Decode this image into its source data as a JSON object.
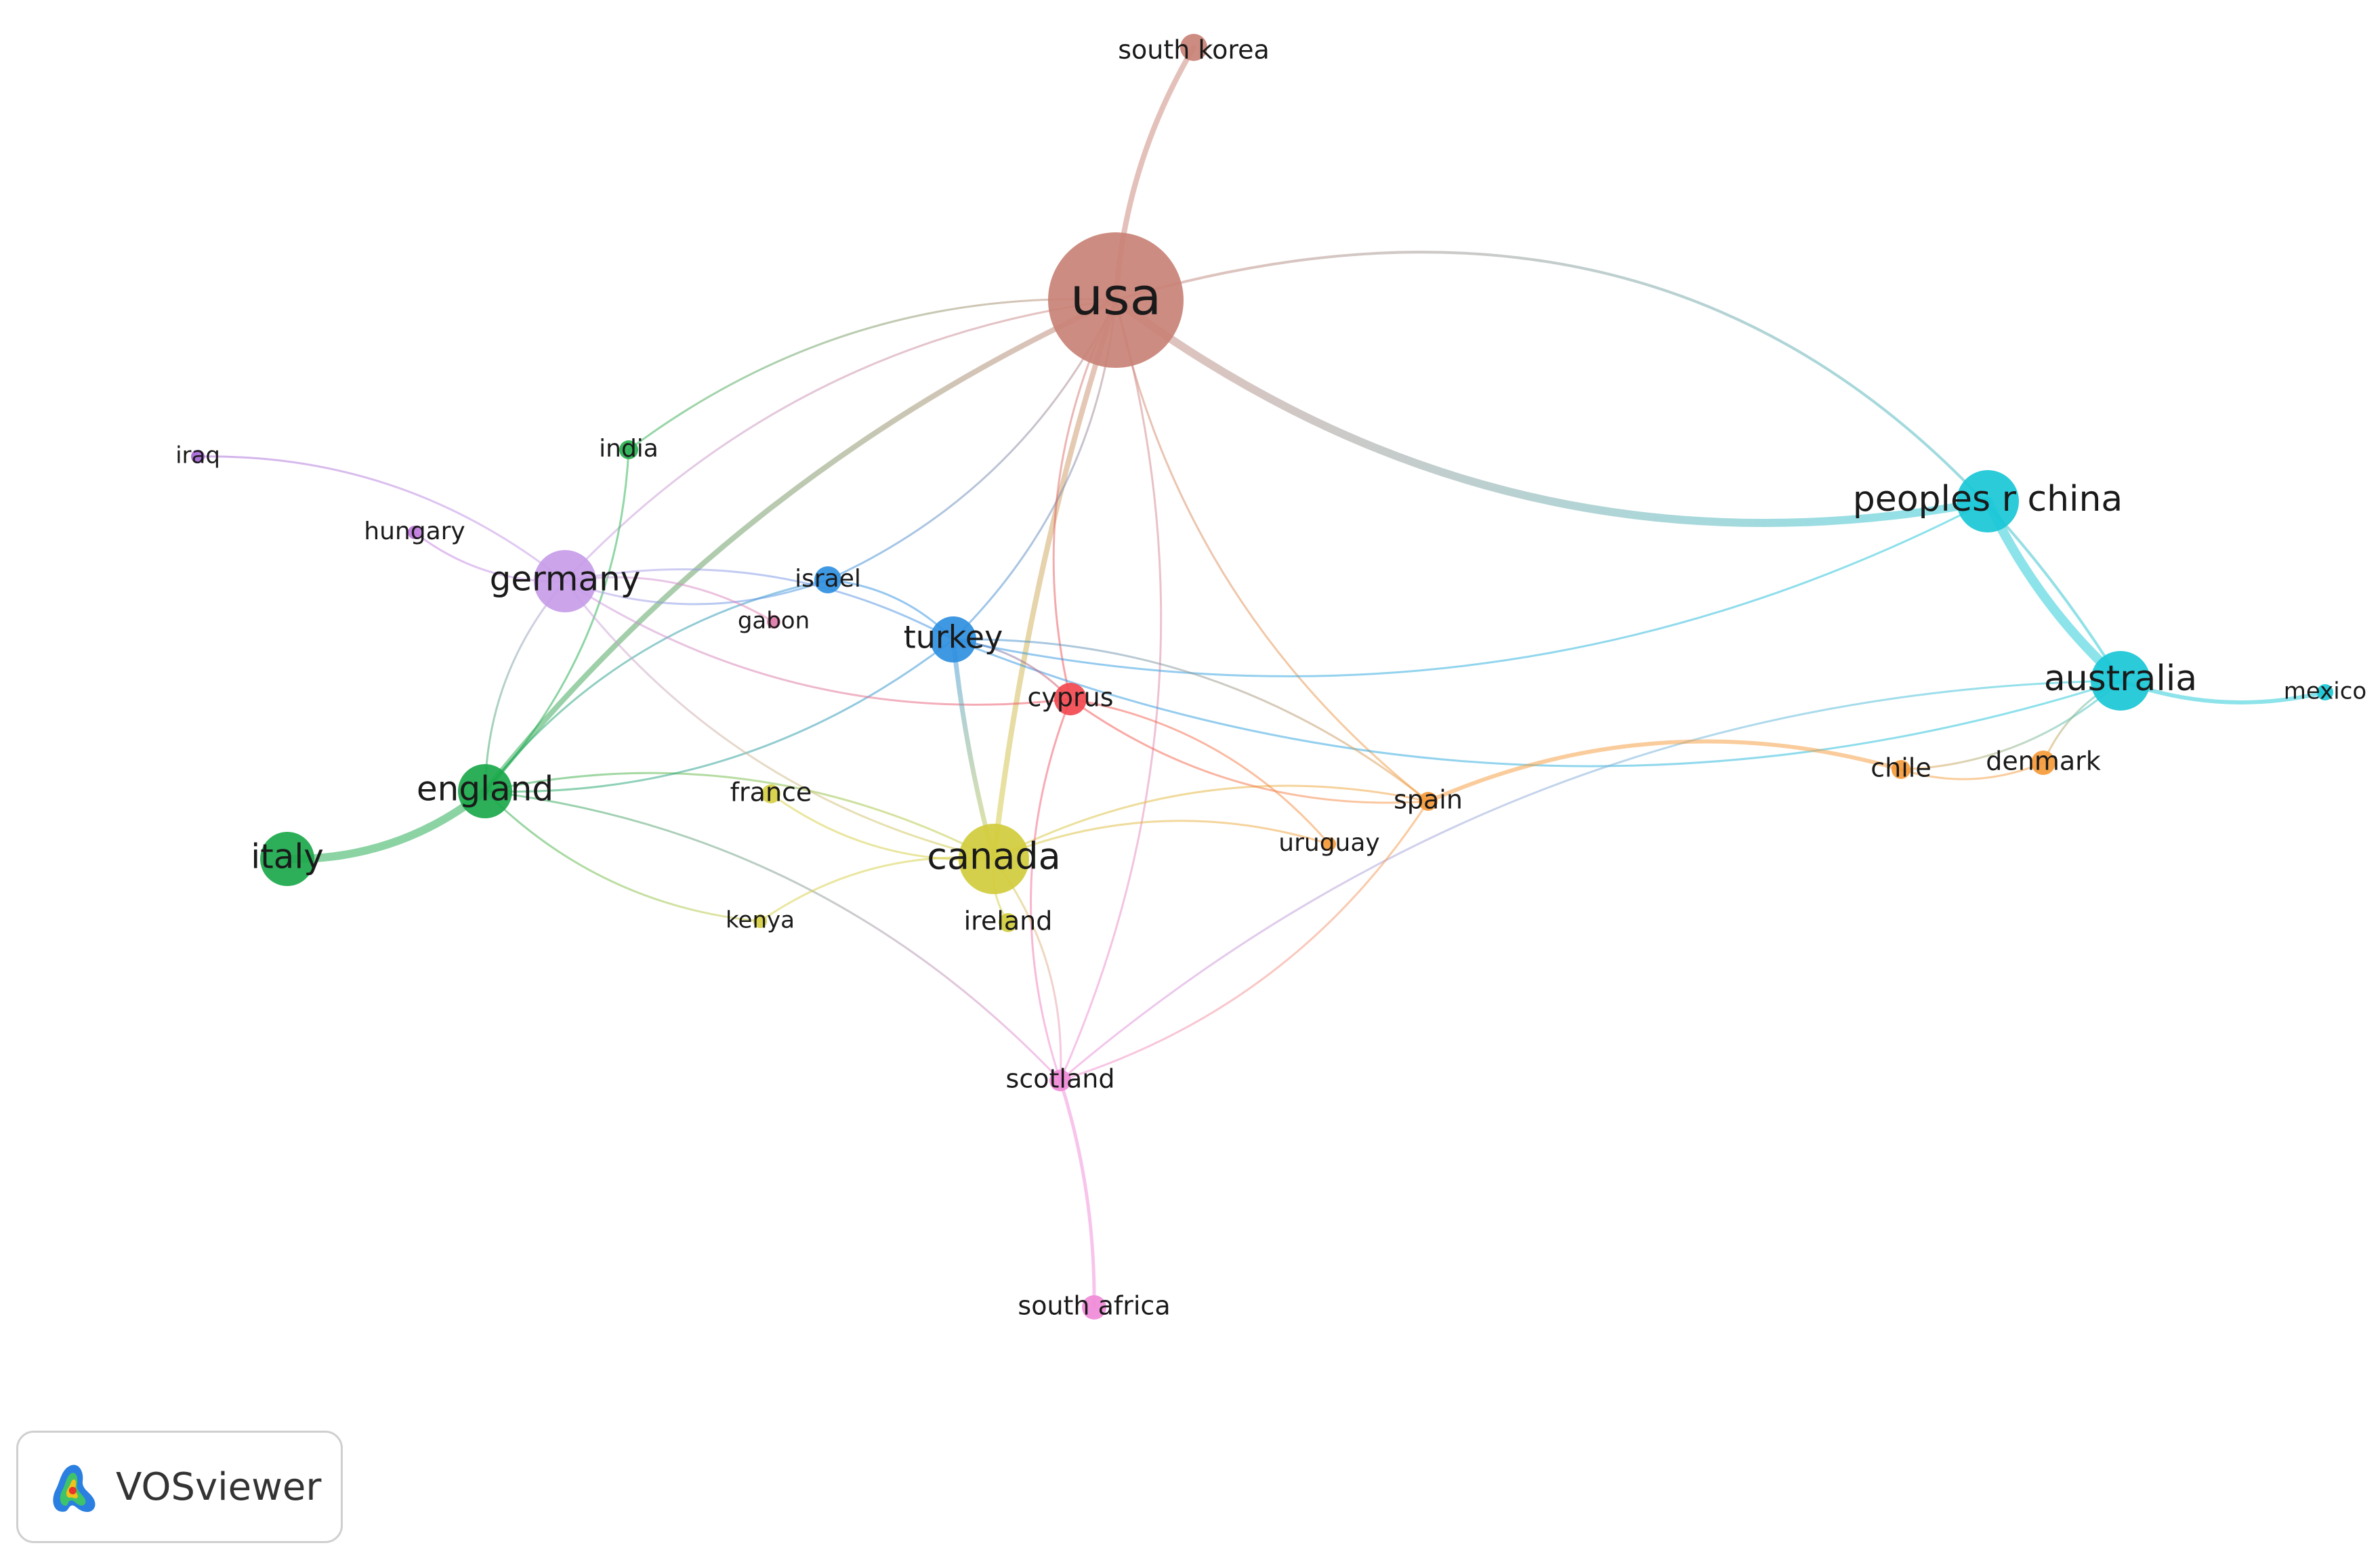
{
  "nodes": [
    {
      "id": "usa",
      "label": "usa",
      "color": "#c98276"
    },
    {
      "id": "south-korea",
      "label": "south korea",
      "color": "#c98276"
    },
    {
      "id": "india",
      "label": "india",
      "color": "#27b04f"
    },
    {
      "id": "iraq",
      "label": "iraq",
      "color": "#a666d6"
    },
    {
      "id": "hungary",
      "label": "hungary",
      "color": "#c079e0"
    },
    {
      "id": "germany",
      "label": "germany",
      "color": "#c79ce8"
    },
    {
      "id": "israel",
      "label": "israel",
      "color": "#2f8fe0"
    },
    {
      "id": "gabon",
      "label": "gabon",
      "color": "#e07aa8"
    },
    {
      "id": "turkey",
      "label": "turkey",
      "color": "#2f8fe0"
    },
    {
      "id": "cyprus",
      "label": "cyprus",
      "color": "#f2484f"
    },
    {
      "id": "england",
      "label": "england",
      "color": "#1aa84a"
    },
    {
      "id": "italy",
      "label": "italy",
      "color": "#1aa84a"
    },
    {
      "id": "france",
      "label": "france",
      "color": "#d6cf42"
    },
    {
      "id": "kenya",
      "label": "kenya",
      "color": "#d6cf42"
    },
    {
      "id": "canada",
      "label": "canada",
      "color": "#d1cc3c"
    },
    {
      "id": "ireland",
      "label": "ireland",
      "color": "#d1cc3c"
    },
    {
      "id": "spain",
      "label": "spain",
      "color": "#f59a3a"
    },
    {
      "id": "uruguay",
      "label": "uruguay",
      "color": "#f59a3a"
    },
    {
      "id": "chile",
      "label": "chile",
      "color": "#f59a3a"
    },
    {
      "id": "denmark",
      "label": "denmark",
      "color": "#f59a3a"
    },
    {
      "id": "peoples-r-china",
      "label": "peoples r china",
      "color": "#19c7d6"
    },
    {
      "id": "australia",
      "label": "australia",
      "color": "#19c7d6"
    },
    {
      "id": "mexico",
      "label": "mexico",
      "color": "#19c7d6"
    },
    {
      "id": "scotland",
      "label": "scotland",
      "color": "#f08ad8"
    },
    {
      "id": "south-africa",
      "label": "south africa",
      "color": "#f08ad8"
    }
  ],
  "links": [
    {
      "source": "usa",
      "target": "south-korea"
    },
    {
      "source": "usa",
      "target": "peoples-r-china"
    },
    {
      "source": "usa",
      "target": "australia"
    },
    {
      "source": "usa",
      "target": "germany"
    },
    {
      "source": "usa",
      "target": "england"
    },
    {
      "source": "usa",
      "target": "canada"
    },
    {
      "source": "usa",
      "target": "turkey"
    },
    {
      "source": "usa",
      "target": "cyprus"
    },
    {
      "source": "usa",
      "target": "israel"
    },
    {
      "source": "usa",
      "target": "spain"
    },
    {
      "source": "usa",
      "target": "scotland"
    },
    {
      "source": "usa",
      "target": "india"
    },
    {
      "source": "peoples-r-china",
      "target": "australia"
    },
    {
      "source": "australia",
      "target": "mexico"
    },
    {
      "source": "australia",
      "target": "chile"
    },
    {
      "source": "australia",
      "target": "denmark"
    },
    {
      "source": "australia",
      "target": "turkey"
    },
    {
      "source": "australia",
      "target": "scotland"
    },
    {
      "source": "peoples-r-china",
      "target": "turkey"
    },
    {
      "source": "chile",
      "target": "denmark"
    },
    {
      "source": "spain",
      "target": "chile"
    },
    {
      "source": "spain",
      "target": "canada"
    },
    {
      "source": "spain",
      "target": "cyprus"
    },
    {
      "source": "spain",
      "target": "turkey"
    },
    {
      "source": "spain",
      "target": "scotland"
    },
    {
      "source": "england",
      "target": "italy"
    },
    {
      "source": "england",
      "target": "germany"
    },
    {
      "source": "england",
      "target": "india"
    },
    {
      "source": "england",
      "target": "canada"
    },
    {
      "source": "england",
      "target": "kenya"
    },
    {
      "source": "england",
      "target": "scotland"
    },
    {
      "source": "england",
      "target": "turkey"
    },
    {
      "source": "england",
      "target": "israel"
    },
    {
      "source": "germany",
      "target": "iraq"
    },
    {
      "source": "germany",
      "target": "hungary"
    },
    {
      "source": "germany",
      "target": "israel"
    },
    {
      "source": "germany",
      "target": "turkey"
    },
    {
      "source": "germany",
      "target": "cyprus"
    },
    {
      "source": "germany",
      "target": "gabon"
    },
    {
      "source": "germany",
      "target": "canada"
    },
    {
      "source": "turkey",
      "target": "cyprus"
    },
    {
      "source": "turkey",
      "target": "israel"
    },
    {
      "source": "turkey",
      "target": "canada"
    },
    {
      "source": "canada",
      "target": "ireland"
    },
    {
      "source": "canada",
      "target": "france"
    },
    {
      "source": "canada",
      "target": "kenya"
    },
    {
      "source": "canada",
      "target": "uruguay"
    },
    {
      "source": "scotland",
      "target": "south-africa"
    },
    {
      "source": "scotland",
      "target": "cyprus"
    },
    {
      "source": "scotland",
      "target": "canada"
    },
    {
      "source": "cyprus",
      "target": "uruguay"
    }
  ],
  "logo": {
    "text": "VOSviewer"
  }
}
